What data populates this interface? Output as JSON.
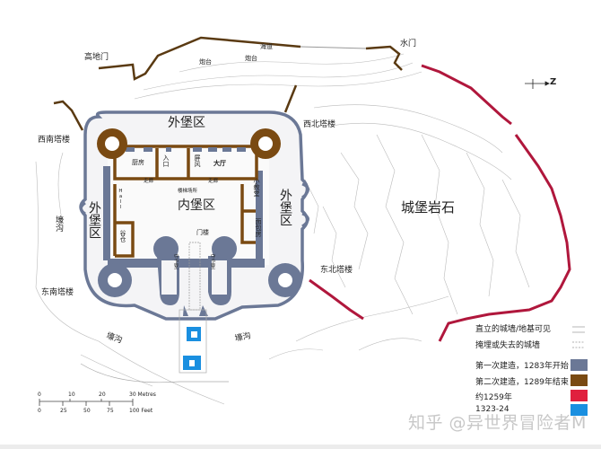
{
  "compass": {
    "label": "Z"
  },
  "labels": {
    "high_gate": "高地门",
    "water_gate": "水门",
    "battery_1": "炮台",
    "battery_2": "炮台",
    "sea_road": "海道",
    "outer_ward_top": "外堡区",
    "outer_ward_left": "外堡区",
    "outer_ward_right": "外堡区",
    "inner_ward": "内堡区",
    "kitchen": "厨房",
    "entrance": "入口",
    "screen": "屏风",
    "great_hall": "大厅",
    "corridor_1": "走廊",
    "corridor_2": "走廊",
    "stair_site": "楼梯场所",
    "chapel": "小教堂",
    "bakehouse": "面包房",
    "granary": "谷仓",
    "hall_side": "Hall",
    "gatehouse": "门楼",
    "guardroom_1": "守卫室",
    "guardroom_2": "守卫室",
    "nw_tower": "西北塔楼",
    "sw_tower": "西南塔楼",
    "se_tower": "东南塔楼",
    "ne_tower": "东北塔楼",
    "moat_1": "壕沟",
    "moat_2": "壕沟",
    "moat_3": "壕沟",
    "castle_rock": "城堡岩石"
  },
  "legend": {
    "items": [
      {
        "label": "直立的城墙/地基可见",
        "type": "solid-line"
      },
      {
        "label": "掩埋或失去的城墙",
        "type": "dashed-line"
      },
      {
        "label": "第一次建造，1283年开始",
        "color": "#6b7896"
      },
      {
        "label": "第二次建造，1289年结束",
        "color": "#7a4a12"
      },
      {
        "label": "约1259年",
        "color": "#e0203e"
      },
      {
        "label": "1323-24",
        "color": "#1a8fe0"
      }
    ]
  },
  "scale": {
    "metres_ticks": [
      "0",
      "10",
      "20",
      "30 Metres"
    ],
    "feet_ticks": [
      "0",
      "25",
      "50",
      "75",
      "100 Feet"
    ]
  },
  "watermark": "知乎 @异世界冒险者M",
  "colors": {
    "phase1": "#6b7896",
    "phase2": "#7a4a12",
    "c1259": "#b0173c",
    "c1323": "#1a8fe0"
  }
}
